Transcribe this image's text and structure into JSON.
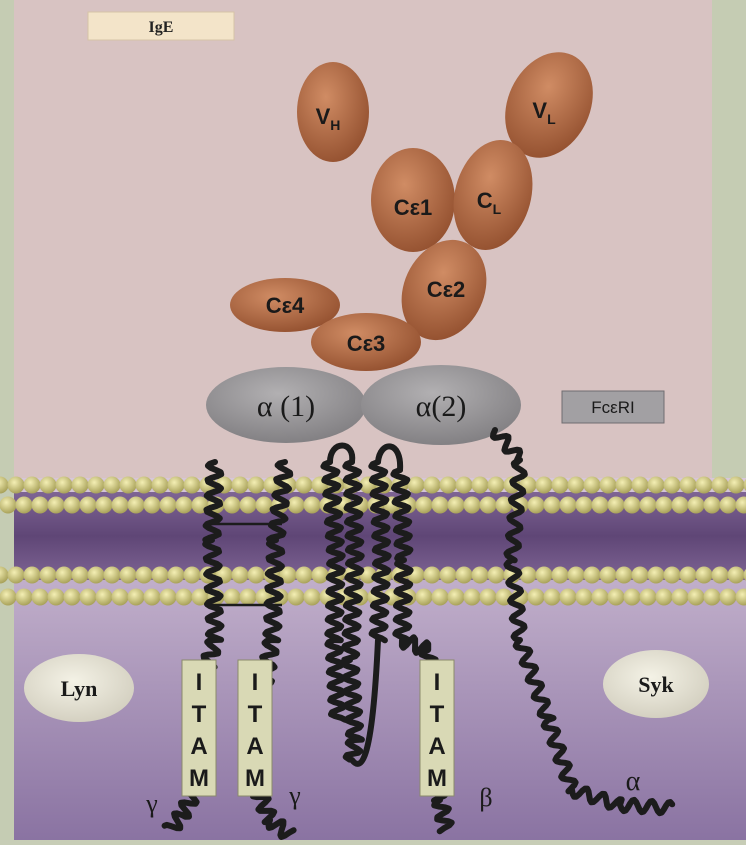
{
  "labels": {
    "ige": "IgE",
    "fceri": "FcεRI",
    "lyn": "Lyn",
    "syk": "Syk"
  },
  "domains": {
    "vh": {
      "main": "V",
      "sub": "H"
    },
    "vl": {
      "main": "V",
      "sub": "L"
    },
    "ce1": "Cε1",
    "cl": {
      "main": "C",
      "sub": "L"
    },
    "ce2": "Cε2",
    "ce4": "Cε4",
    "ce3": "Cε3",
    "alpha1": "α (1)",
    "alpha2": "α(2)"
  },
  "itam_letters": [
    "I",
    "T",
    "A",
    "M"
  ],
  "chains": {
    "gamma_left": "γ",
    "gamma_right": "γ",
    "beta": "β",
    "alpha": "α"
  },
  "colors": {
    "extracellular": "#d8c2c0",
    "membrane_core": "#6f5585",
    "cytoplasm_top": "#cdb8cf",
    "cytoplasm_bottom": "#8e78a5",
    "domain_fill": "#b5714d",
    "receptor_fill": "#9c9b9c",
    "lipid_head": "#ddd68d",
    "label_box": "#f3e4c9"
  }
}
